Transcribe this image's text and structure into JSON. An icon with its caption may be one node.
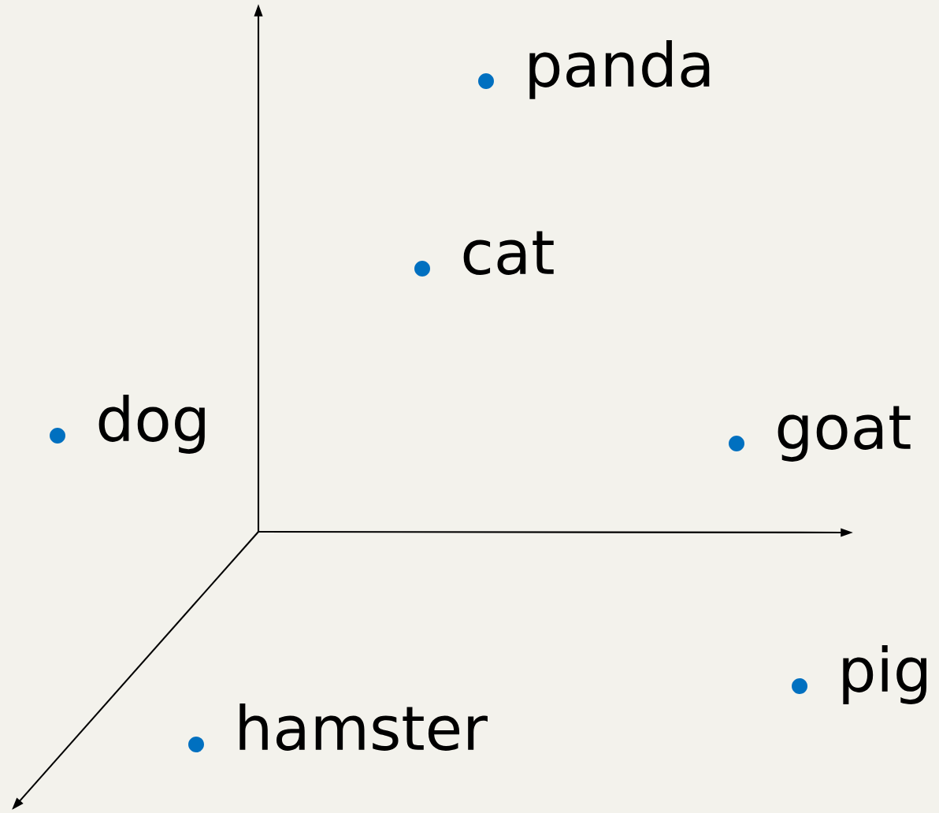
{
  "diagram": {
    "labels": [
      "panda",
      "cat",
      "dog",
      "goat",
      "pig",
      "hamster"
    ]
  }
}
